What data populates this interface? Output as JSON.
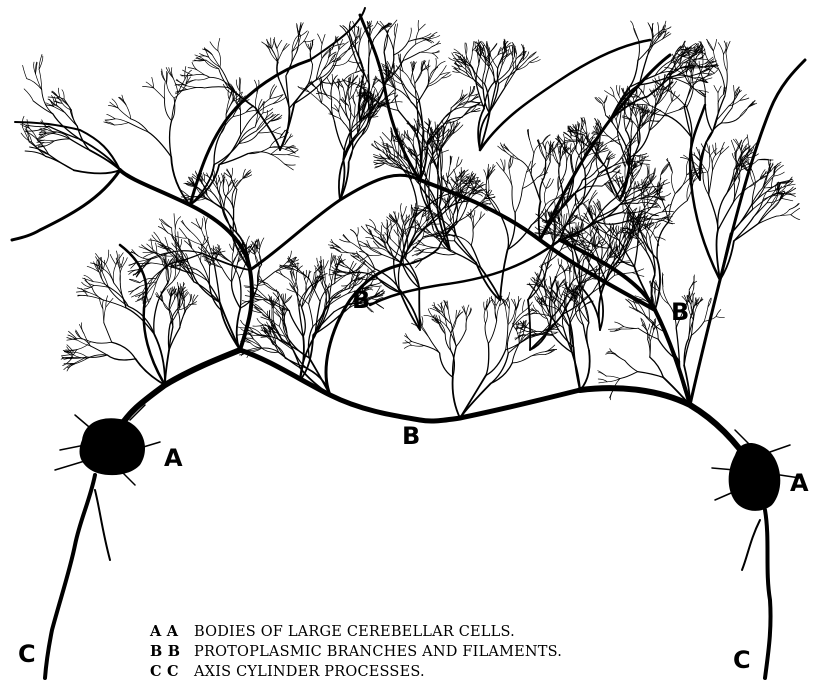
{
  "figure": {
    "labels": {
      "a_left": "A",
      "a_right": "A",
      "b_upper": "B",
      "b_lower": "B",
      "b_right": "B",
      "c_left": "C",
      "c_right": "C"
    },
    "caption": [
      {
        "key": "A A",
        "text": "BODIES OF LARGE CEREBELLAR CELLS."
      },
      {
        "key": "B B",
        "text": "PROTOPLASMIC BRANCHES AND FILAMENTS."
      },
      {
        "key": "C C",
        "text": "AXIS CYLINDER PROCESSES."
      }
    ]
  }
}
